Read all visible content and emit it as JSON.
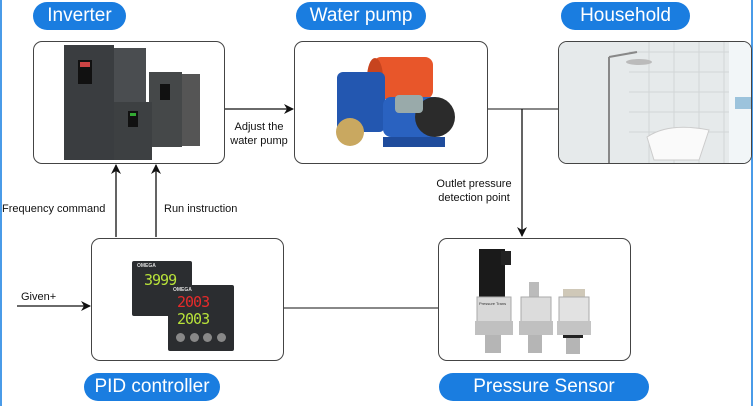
{
  "nodes": {
    "inverter": {
      "title": "Inverter"
    },
    "water_pump": {
      "title": "Water pump"
    },
    "household": {
      "title": "Household"
    },
    "pid_controller": {
      "title": "PID controller",
      "display_top": "3999",
      "display_red": "2003",
      "display_green": "2003",
      "brand": "OMEGA"
    },
    "pressure_sensor": {
      "title": "Pressure Sensor",
      "sensor_label": "Pressure Trans"
    }
  },
  "connections": {
    "adjust_pump": {
      "line1": "Adjust the",
      "line2": "water pump"
    },
    "outlet_pressure": {
      "line1": "Outlet pressure",
      "line2": "detection point"
    },
    "frequency_command": "Frequency command",
    "run_instruction": "Run instruction",
    "given": "Given+"
  },
  "colors": {
    "accent": "#1a7de0",
    "edge": "#4a9be8",
    "line": "#111111"
  }
}
